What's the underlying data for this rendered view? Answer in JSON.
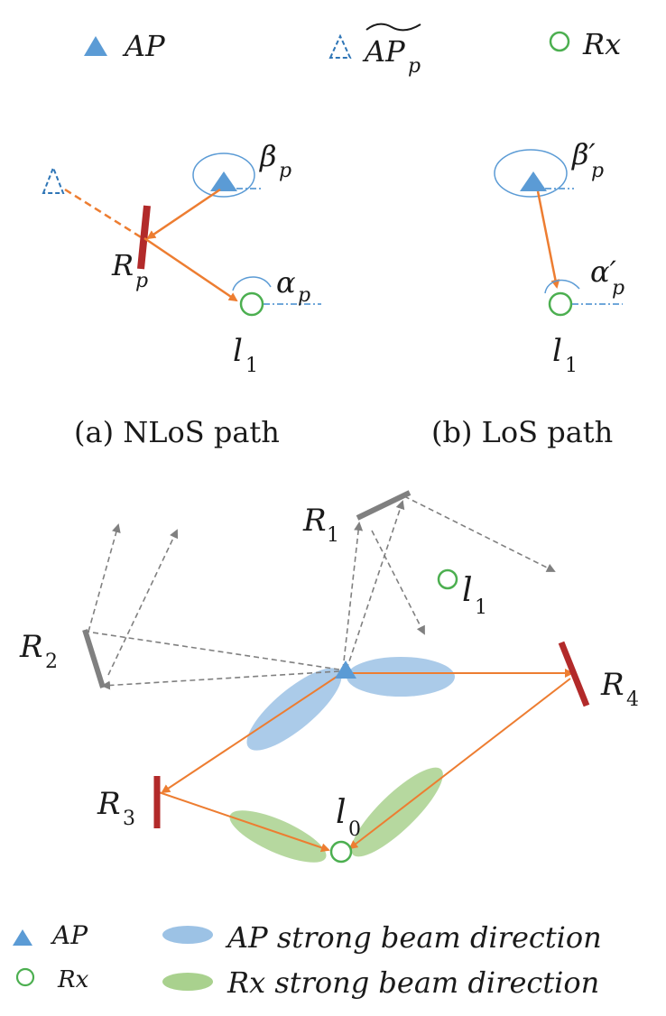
{
  "colors": {
    "ap": "#5b9bd5",
    "rx": "#4caf50",
    "reflector_active": "#b22a2a",
    "reflector_inactive": "#808080",
    "path": "#ed7d31",
    "probe": "#808080",
    "ap_beam": "#9cc2e5",
    "rx_beam": "#a9d18e",
    "dashdot": "#5b9bd5"
  },
  "top_legend": {
    "ap": "AP",
    "virtual_ap_base": "AP",
    "virtual_ap_sub": "p",
    "rx": "Rx"
  },
  "panel_a": {
    "beta": "β",
    "beta_sub": "p",
    "alpha": "α",
    "alpha_sub": "p",
    "reflector": "R",
    "reflector_sub": "p",
    "location": "l",
    "location_sub": "1",
    "caption": "(a) NLoS path"
  },
  "panel_b": {
    "beta": "β′",
    "beta_sub": "p",
    "alpha": "α′",
    "alpha_sub": "p",
    "location": "l",
    "location_sub": "1",
    "caption": "(b) LoS path"
  },
  "scene": {
    "r1": "R",
    "r1_sub": "1",
    "r2": "R",
    "r2_sub": "2",
    "r3": "R",
    "r3_sub": "3",
    "r4": "R",
    "r4_sub": "4",
    "l0": "l",
    "l0_sub": "0",
    "l1": "l",
    "l1_sub": "1"
  },
  "bottom_legend": {
    "ap": "AP",
    "rx": "Rx",
    "ap_beam": "AP strong beam direction",
    "rx_beam": "Rx strong beam direction"
  }
}
